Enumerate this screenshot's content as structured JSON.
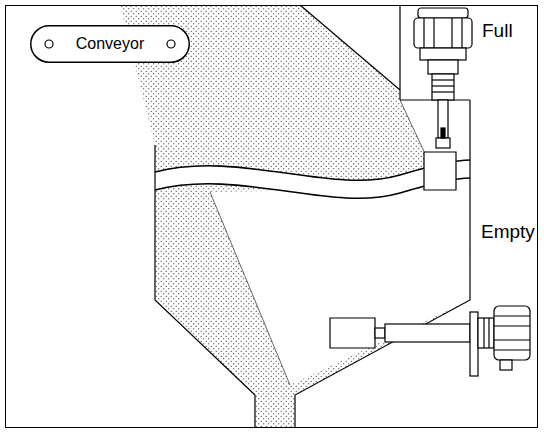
{
  "diagram": {
    "nodes": [
      {
        "text": [
          "Conveyor"
        ]
      }
    ],
    "labels": [
      "Full",
      "Empty"
    ]
  }
}
